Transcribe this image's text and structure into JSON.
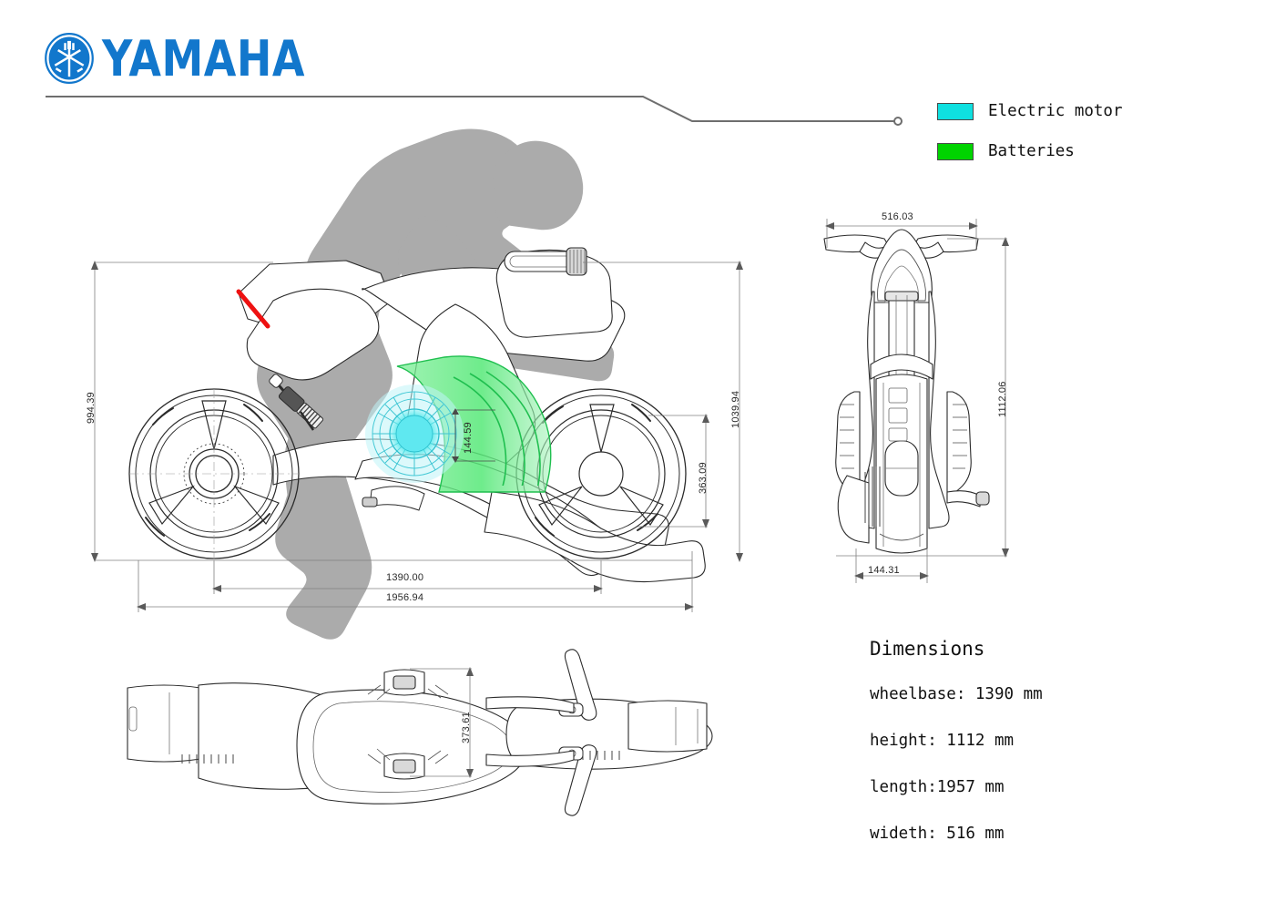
{
  "brand": {
    "name": "YAMAHA",
    "logo_icon": "yamaha-tuning-fork-icon",
    "color": "#1277CC"
  },
  "legend": {
    "items": [
      {
        "label": "Electric motor",
        "color": "#0FE0E0",
        "icon": "color-swatch-icon"
      },
      {
        "label": "Batteries",
        "color": "#00D400",
        "icon": "color-swatch-icon"
      }
    ]
  },
  "dimensions_panel": {
    "title": "Dimensions",
    "lines": [
      "wheelbase: 1390 mm",
      "height: 1112 mm",
      "length:1957 mm",
      "wideth: 516 mm"
    ]
  },
  "drawing": {
    "views": [
      {
        "name": "side-view",
        "title": ""
      },
      {
        "name": "front-view",
        "title": ""
      },
      {
        "name": "top-view",
        "title": ""
      }
    ],
    "dimension_labels": {
      "side_height_left": "994.39",
      "side_height_right": "1039.94",
      "side_seat_height": "363.09",
      "side_motor": "144.59",
      "wheelbase": "1390.00",
      "overall_length": "1956.94",
      "front_width": "516.03",
      "front_height": "1112.06",
      "front_tire_width": "144.31",
      "top_width": "373.61"
    }
  },
  "colors": {
    "motor": "#0FE0E0",
    "battery": "#00D400",
    "tail_accent": "#EE1111",
    "rider_silhouette": "#ABABAB",
    "line": "#2b2b2b",
    "dimension_line": "#777777"
  }
}
